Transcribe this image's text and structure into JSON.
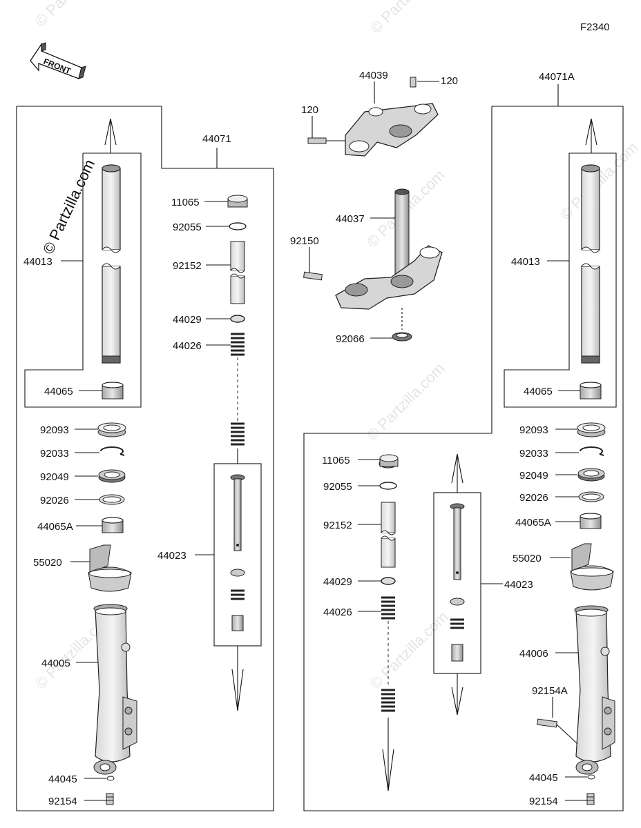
{
  "figure_code": "F2340",
  "front_label": "FRONT",
  "watermark": "© Partzilla.com",
  "labels": {
    "l44013": "44013",
    "l44065": "44065",
    "l92093": "92093",
    "l92033": "92033",
    "l92049": "92049",
    "l92026": "92026",
    "l44065A": "44065A",
    "l55020": "55020",
    "l44005": "44005",
    "l44045": "44045",
    "l92154": "92154",
    "l44071": "44071",
    "l11065": "11065",
    "l92055": "92055",
    "l92152": "92152",
    "l44029": "44029",
    "l44026": "44026",
    "l44023": "44023",
    "l44039": "44039",
    "l120a": "120",
    "l120b": "120",
    "l44037": "44037",
    "l92150": "92150",
    "l92066": "92066",
    "r11065": "11065",
    "r92055": "92055",
    "r92152": "92152",
    "r44029": "44029",
    "r44026": "44026",
    "r44023": "44023",
    "r44071A": "44071A",
    "r44013": "44013",
    "r44065": "44065",
    "r92093": "92093",
    "r92033": "92033",
    "r92049": "92049",
    "r92026": "92026",
    "r44065A": "44065A",
    "r55020": "55020",
    "r44006": "44006",
    "r92154A": "92154A",
    "r44045": "44045",
    "r92154": "92154"
  }
}
